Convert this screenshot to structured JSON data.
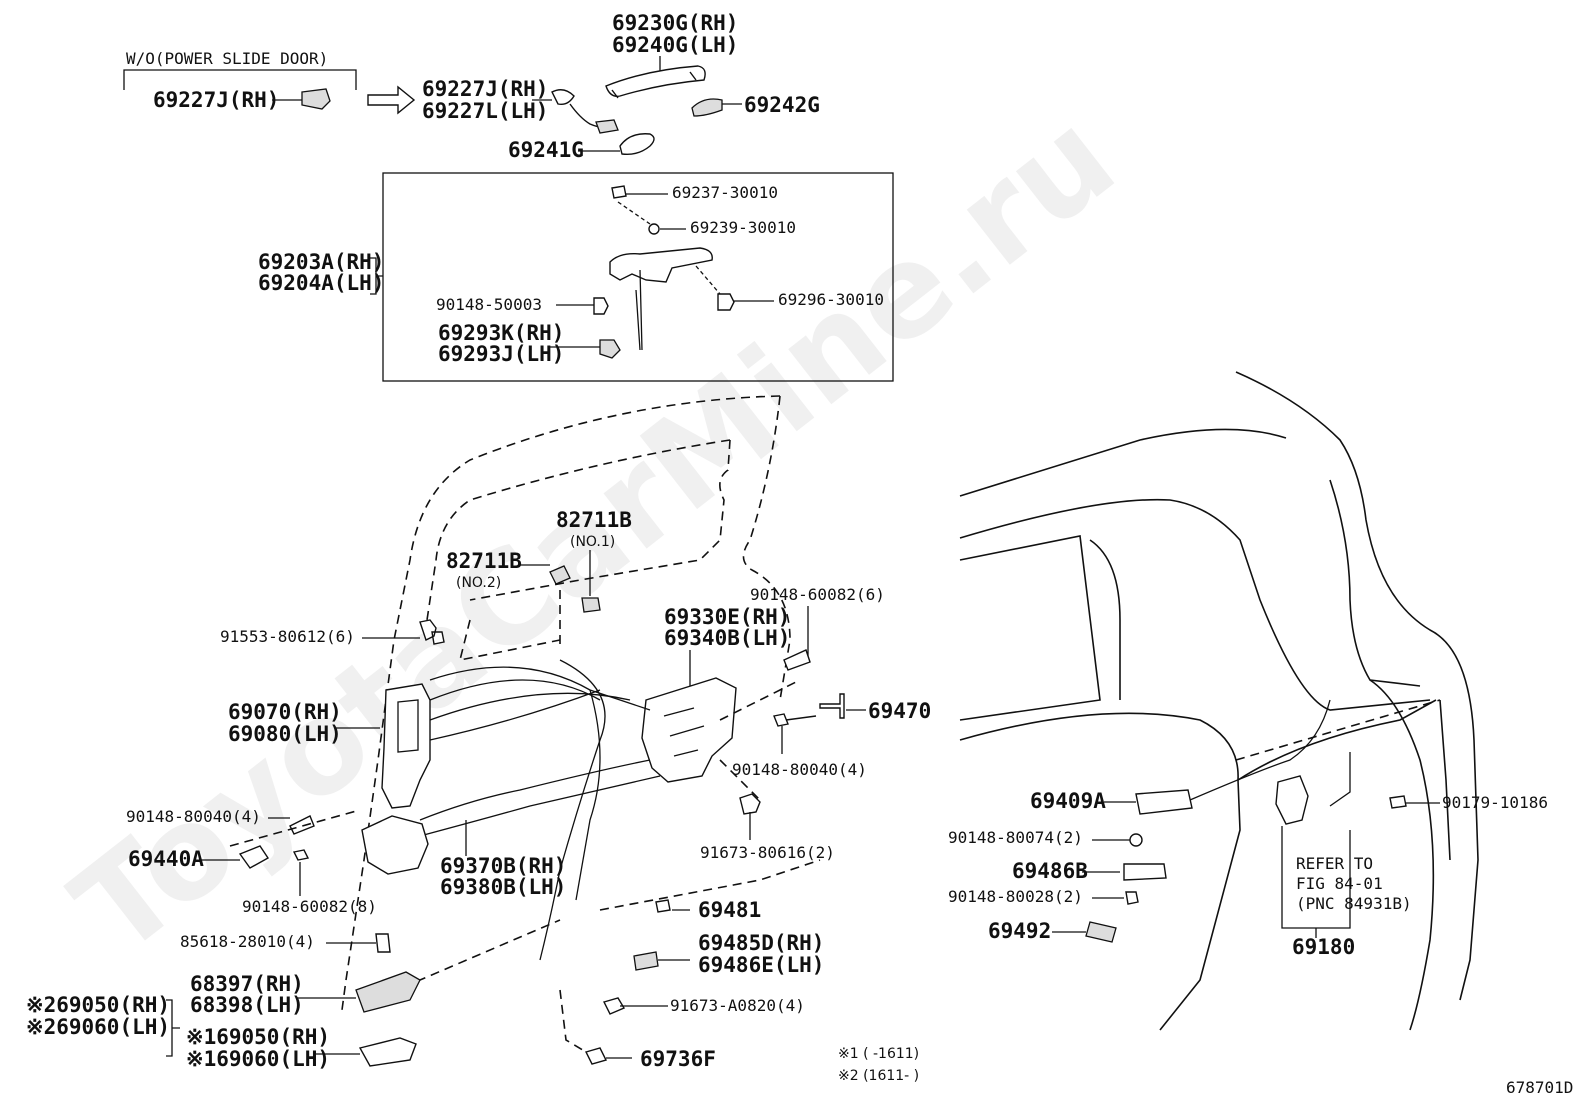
{
  "watermark": "ToyotaCarMine.ru",
  "diagram_id": "678701D",
  "notes": {
    "note1": "※1 (     -1611)",
    "note2": "※2 (1611-     )"
  },
  "labels": {
    "wo_power_slide_door": "W/O(POWER SLIDE DOOR)",
    "p69227J_rh_single": "69227J(RH)",
    "p69227J_rh": "69227J(RH)",
    "p69227L_lh": "69227L(LH)",
    "p69230G_rh": "69230G(RH)",
    "p69240G_lh": "69240G(LH)",
    "p69242G": "69242G",
    "p69241G": "69241G",
    "p69237": "69237-30010",
    "p69239": "69239-30010",
    "p69203A_rh": "69203A(RH)",
    "p69204A_lh": "69204A(LH)",
    "p90148_50003": "90148-50003",
    "p69296": "69296-30010",
    "p69293K_rh": "69293K(RH)",
    "p69293J_lh": "69293J(LH)",
    "p82711B_no1": "82711B",
    "p82711B_no1_sub": "(NO.1)",
    "p82711B_no2": "82711B",
    "p82711B_no2_sub": "(NO.2)",
    "p91553": "91553-80612(6)",
    "p90148_60082_6": "90148-60082(6)",
    "p69330E_rh": "69330E(RH)",
    "p69340B_lh": "69340B(LH)",
    "p69070_rh": "69070(RH)",
    "p69080_lh": "69080(LH)",
    "p69470": "69470",
    "p90148_80040_4a": "90148-80040(4)",
    "p90148_80040_4b": "90148-80040(4)",
    "p69440A": "69440A",
    "p91673_80616": "91673-80616(2)",
    "p69370B_rh": "69370B(RH)",
    "p69380B_lh": "69380B(LH)",
    "p90148_60082_8": "90148-60082(8)",
    "p69481": "69481",
    "p85618": "85618-28010(4)",
    "p69485D_rh": "69485D(RH)",
    "p69486E_lh": "69486E(LH)",
    "p68397_rh": "68397(RH)",
    "p68398_lh": "68398(LH)",
    "p69050_rh_2": "※269050(RH)",
    "p69060_lh_2": "※269060(LH)",
    "p69050_rh_1": "※169050(RH)",
    "p69060_lh_1": "※169060(LH)",
    "p91673_A0820": "91673-A0820(4)",
    "p69736F": "69736F",
    "p69409A": "69409A",
    "p90148_80074": "90148-80074(2)",
    "p69486B": "69486B",
    "p90148_80028": "90148-80028(2)",
    "p69492": "69492",
    "p90179": "90179-10186",
    "refer_line1": "REFER TO",
    "refer_line2": "FIG 84-01",
    "refer_line3": "(PNC 84931B)",
    "p69180": "69180"
  }
}
